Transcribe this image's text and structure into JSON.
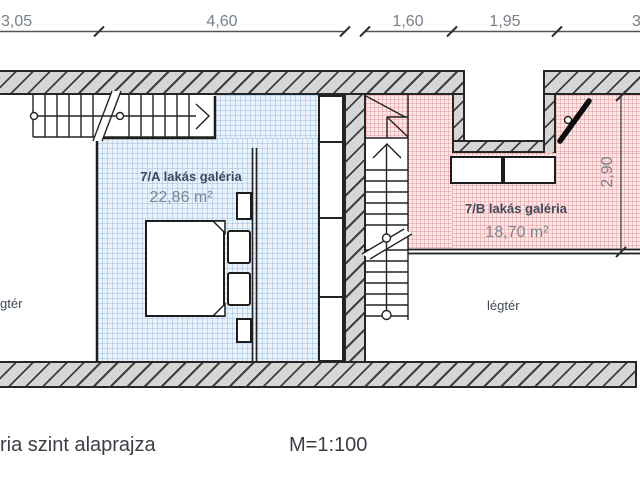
{
  "drawing": {
    "title_visible": "ria szint alaprajza",
    "scale": "M=1:100"
  },
  "dimensions": {
    "top": [
      "3,05",
      "4,60",
      "1,60",
      "1,95",
      "3"
    ],
    "right_vertical": "2,90"
  },
  "rooms": {
    "a": {
      "name": "7/A lakás galéria",
      "area": "22,86 m²"
    },
    "b": {
      "name": "7/B lakás galéria",
      "area": "18,70 m²"
    }
  },
  "voids": {
    "left": "gtér",
    "right": "légtér"
  },
  "colors": {
    "room_a_fill": "#eaf3fc",
    "room_b_fill": "#fceaea",
    "wall_fill": "#d6d6d6",
    "dim_text": "#75808b"
  }
}
